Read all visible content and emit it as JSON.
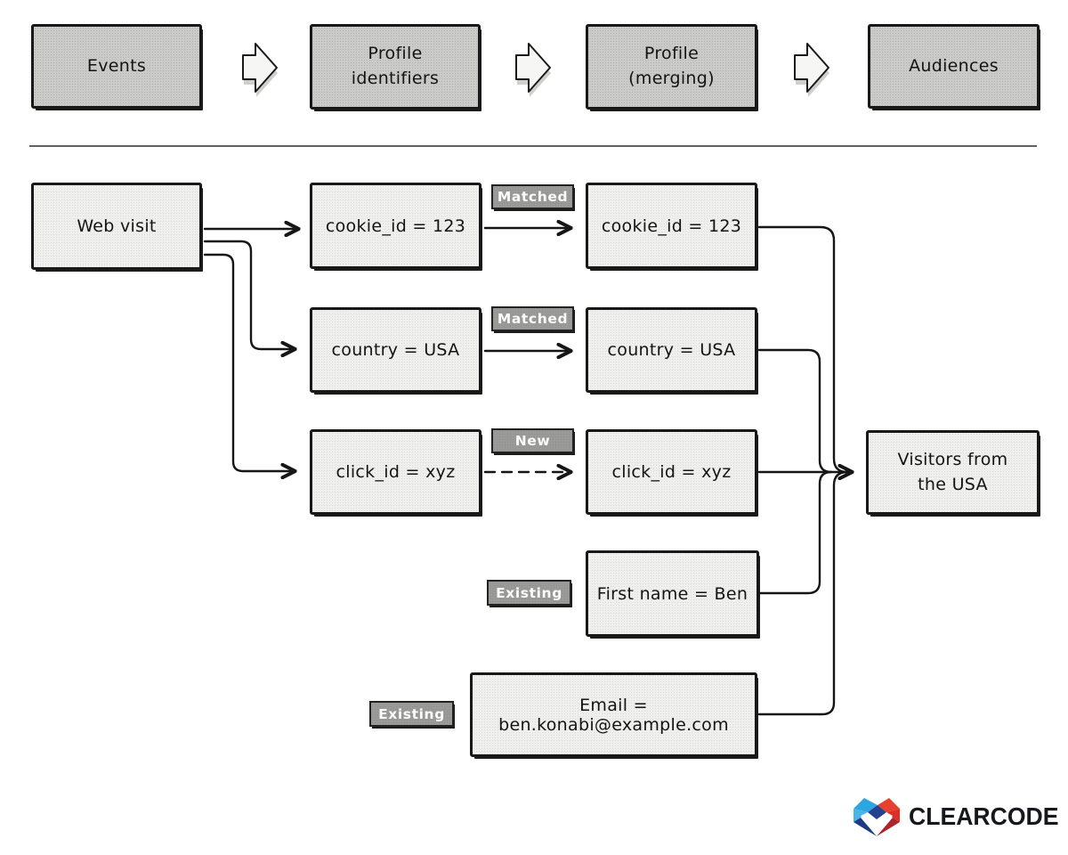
{
  "pipeline": {
    "stages": [
      {
        "label": "Events"
      },
      {
        "label": "Profile\nidentifiers"
      },
      {
        "label": "Profile\n(merging)"
      },
      {
        "label": "Audiences"
      }
    ]
  },
  "diagram": {
    "event_box": {
      "label": "Web visit"
    },
    "identifier_boxes": [
      {
        "label": "cookie_id = 123"
      },
      {
        "label": "country = USA"
      },
      {
        "label": "click_id = xyz"
      }
    ],
    "profile_boxes": [
      {
        "label": "cookie_id = 123",
        "badge": "Matched"
      },
      {
        "label": "country = USA",
        "badge": "Matched"
      },
      {
        "label": "click_id = xyz",
        "badge": "New"
      },
      {
        "label": "First name = Ben",
        "badge": "Existing"
      },
      {
        "label": "Email = ben.konabi@example.com",
        "badge": "Existing"
      }
    ],
    "audience_box": {
      "label": "Visitors from\nthe USA"
    }
  },
  "branding": {
    "logo_text": "CLEARCODE"
  },
  "colors": {
    "stage_box_fill": "#cacac8",
    "item_box_fill": "#efefed",
    "badge_fill": "#9a9a98",
    "line": "#161616",
    "logo_light_blue": "#2ca6e0",
    "logo_cyan": "#4ab5e8",
    "logo_dark_blue": "#24418f",
    "logo_navy": "#1e3a85",
    "logo_red": "#e8402f",
    "logo_dark_red": "#ae242b"
  }
}
